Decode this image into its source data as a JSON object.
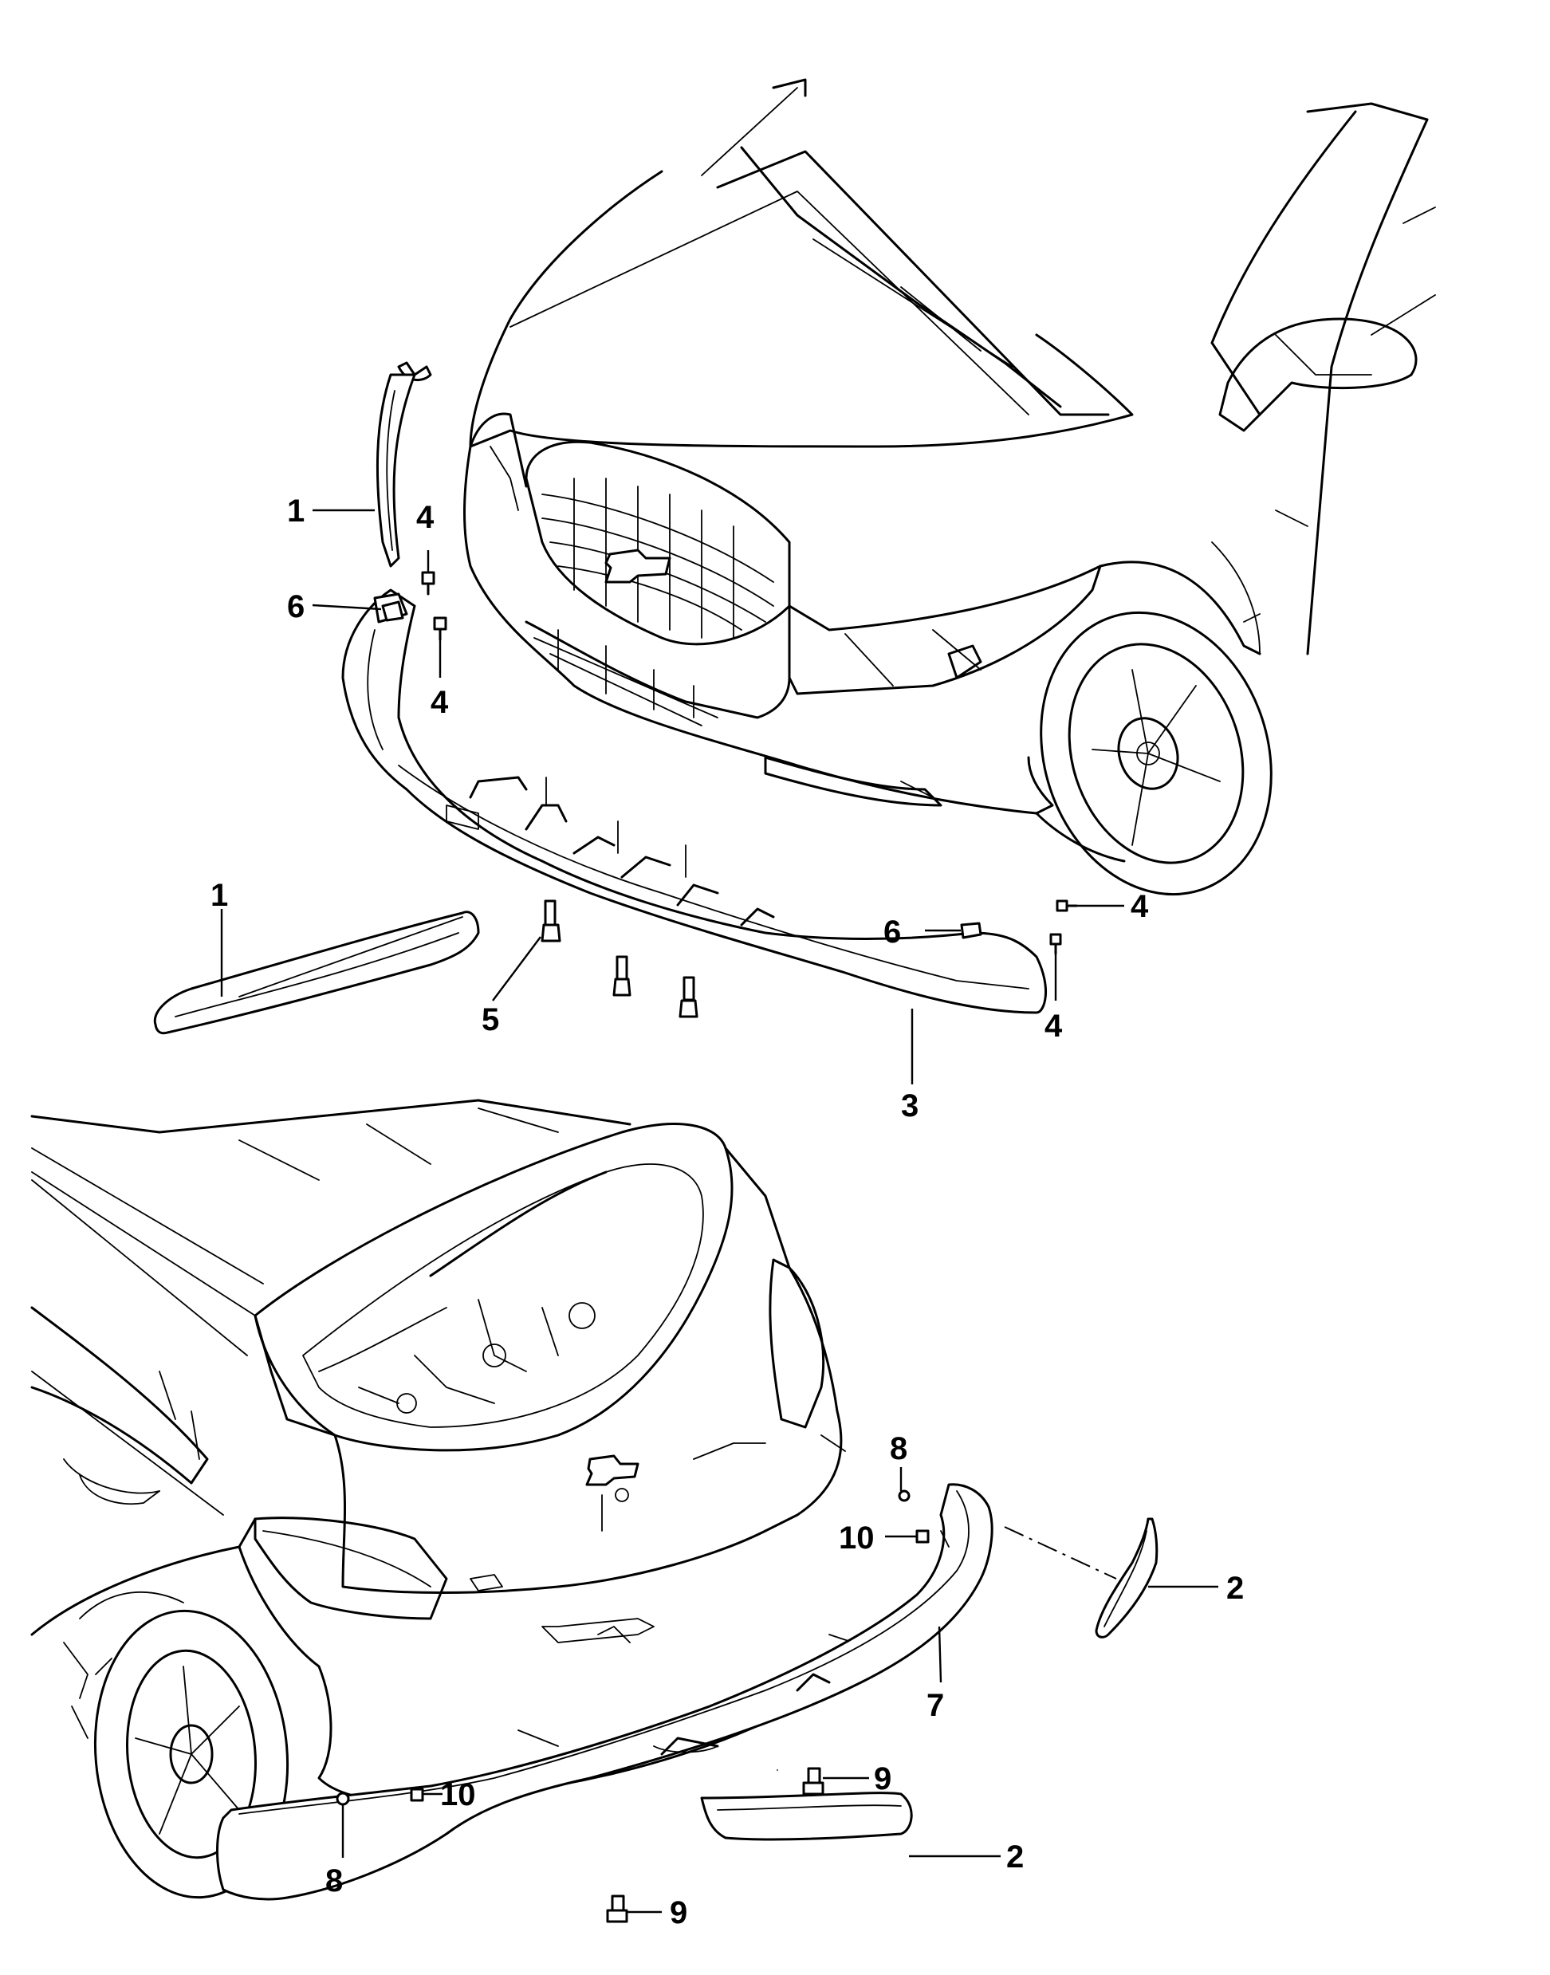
{
  "diagram": {
    "callouts": {
      "c1_upper": "1",
      "c4_a": "4",
      "c6_left": "6",
      "c4_b": "4",
      "c1_lower": "1",
      "c5": "5",
      "c6_right": "6",
      "c4_c": "4",
      "c4_d": "4",
      "c3": "3",
      "c8_upper": "8",
      "c10_upper": "10",
      "c2_upper": "2",
      "c7": "7",
      "c9_a": "9",
      "c10_lower": "10",
      "c2_lower": "2",
      "c8_lower": "8",
      "c9_b": "9"
    }
  }
}
